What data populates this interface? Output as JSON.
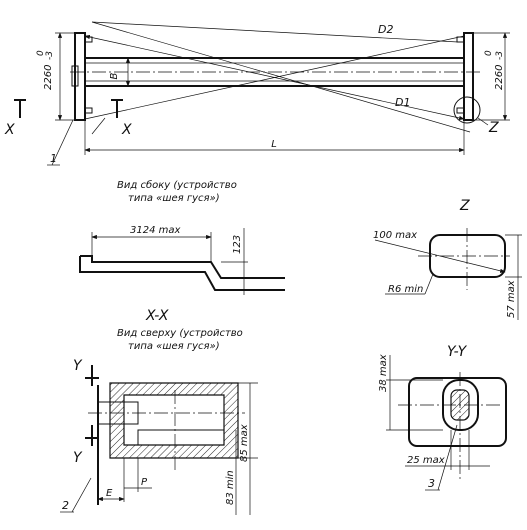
{
  "drawing": {
    "dims": {
      "d2": "D2",
      "d1": "D1",
      "length": "L",
      "width_b": "B",
      "left_2260": "2260",
      "left_tol": "0",
      "left_tol_minus": "-3",
      "right_2260": "2260",
      "right_tol": "0",
      "right_tol_minus": "-3",
      "gooseneck_length": "3124 max",
      "gooseneck_height": "123",
      "z_100": "100 max",
      "z_r6": "R6 min",
      "z_57": "57 max",
      "yy_38": "38 max",
      "yy_25": "25 max",
      "xx_85": "85 max",
      "xx_83": "83 min",
      "xx_e": "E",
      "xx_p": "P"
    },
    "labels": {
      "section_x_left": "X",
      "section_x_right": "X",
      "z_marker": "Z",
      "z_title": "Z",
      "xx_title": "X-X",
      "yy_title": "Y-Y",
      "y_top": "Y",
      "y_bottom": "Y",
      "ref1": "1",
      "ref2": "2",
      "ref3": "3"
    },
    "captions": {
      "side_view_line1": "Вид сбоку (устройство",
      "side_view_line2": "типа «шея гуся»)",
      "top_view_line1": "Вид сверху (устройство",
      "top_view_line2": "типа «шея гуся»)"
    }
  }
}
